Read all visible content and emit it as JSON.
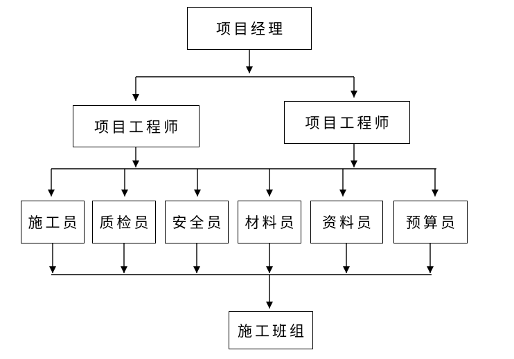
{
  "diagram": {
    "type": "org-chart",
    "background_color": "#ffffff",
    "line_color": "#000000",
    "box_border_color": "#000000",
    "box_fill_color": "#ffffff",
    "text_color": "#000000",
    "nodes": {
      "manager": {
        "label": "项目经理"
      },
      "engineer_left": {
        "label": "项目工程师"
      },
      "engineer_right": {
        "label": "项目工程师"
      },
      "specialists": [
        {
          "label": "施工员"
        },
        {
          "label": "质检员"
        },
        {
          "label": "安全员"
        },
        {
          "label": "材料员"
        },
        {
          "label": "资料员"
        },
        {
          "label": "预算员"
        }
      ],
      "crew": {
        "label": "施工班组"
      }
    },
    "edges": {
      "manager_to_engineers": "项目经理 → 项目工程师 (both)",
      "engineers_to_specialists": "项目工程师 (both) → 施工员/质检员/安全员/材料员/资料员/预算员",
      "specialists_to_crew": "all specialists → 施工班组"
    }
  }
}
